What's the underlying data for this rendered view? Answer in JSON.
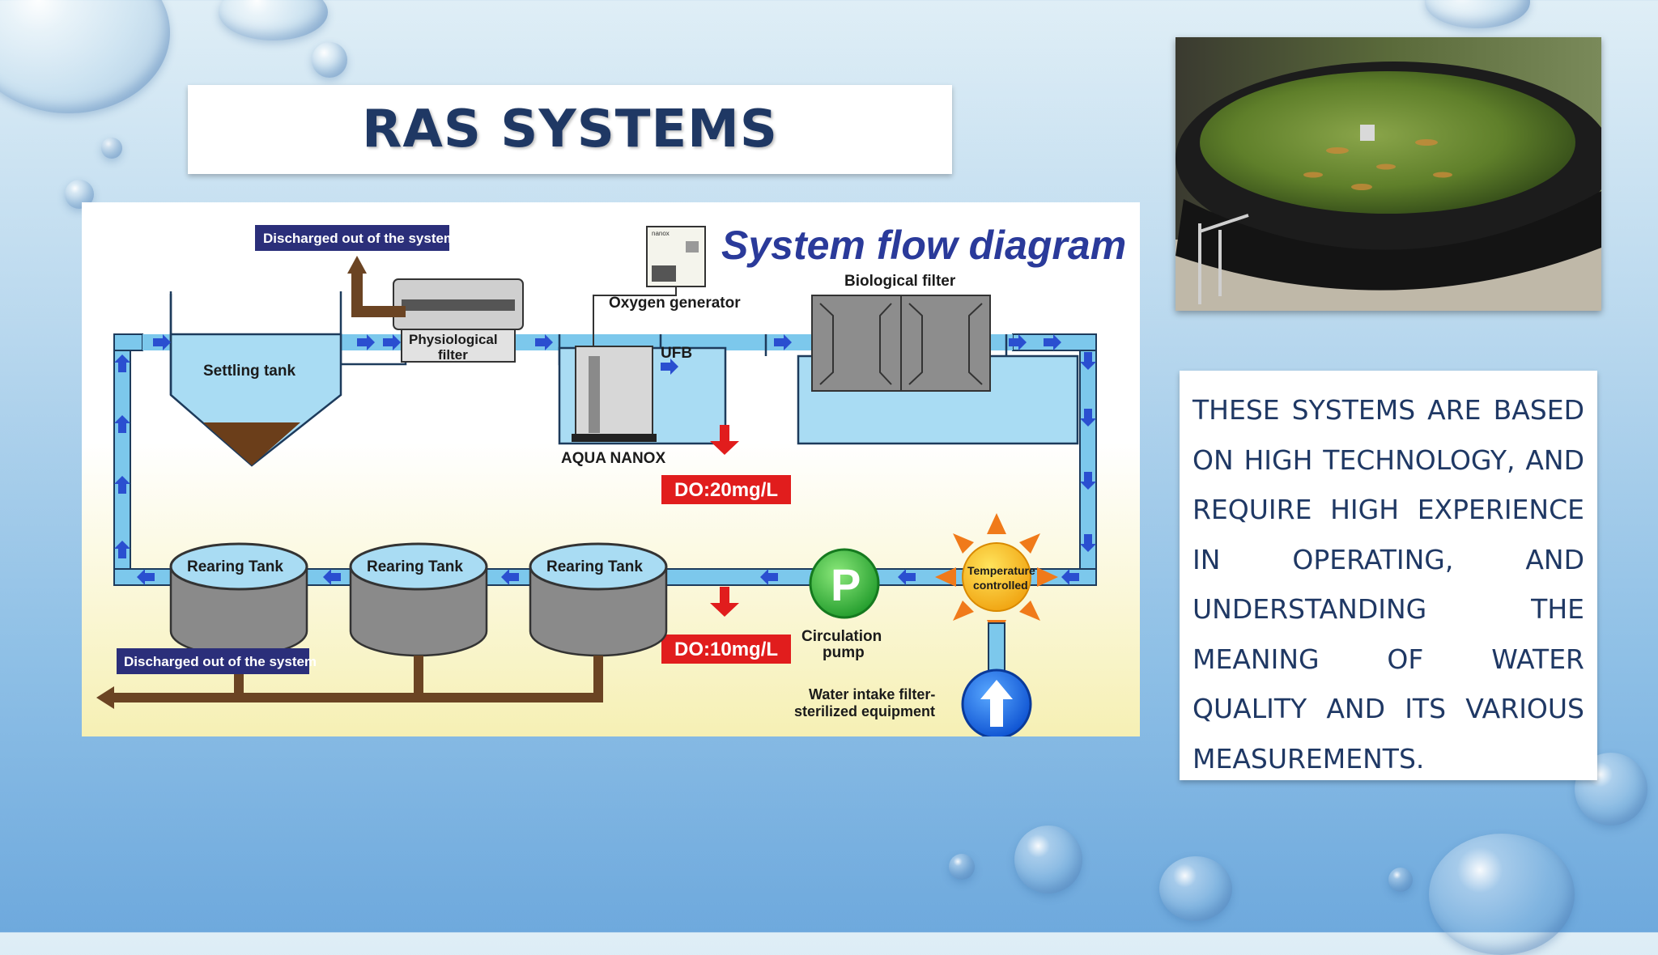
{
  "slide": {
    "title": "RAS SYSTEMS",
    "body_text": "These systems are based on high technology, and require high experience in operating, and understanding the meaning of water quality and its various measurements."
  },
  "diagram": {
    "heading": "System flow diagram",
    "discharge_top": "Discharged out of the system",
    "discharge_bottom": "Discharged out of the system",
    "settling_tank": "Settling tank",
    "physiological_filter_1": "Physiological",
    "physiological_filter_2": "filter",
    "oxygen_generator": "Oxygen generator",
    "nanox_label": "nanox",
    "ufb": "UFB",
    "aqua_nanox": "AQUA NANOX",
    "biological_filter": "Biological filter",
    "do_high": "DO:20mg/L",
    "do_low": "DO:10mg/L",
    "rearing_tank_1": "Rearing Tank",
    "rearing_tank_2": "Rearing Tank",
    "rearing_tank_3": "Rearing Tank",
    "pump_letter": "P",
    "circulation_pump_1": "Circulation",
    "circulation_pump_2": "pump",
    "temperature_1": "Temperature",
    "temperature_2": "controlled",
    "water_intake_1": "Water intake filter-",
    "water_intake_2": "sterilized equipment"
  },
  "colors": {
    "title": "#1f3864",
    "pipe": "#7cc8ec",
    "arrow": "#2a4fd0",
    "do_badge": "#e11d1d"
  }
}
